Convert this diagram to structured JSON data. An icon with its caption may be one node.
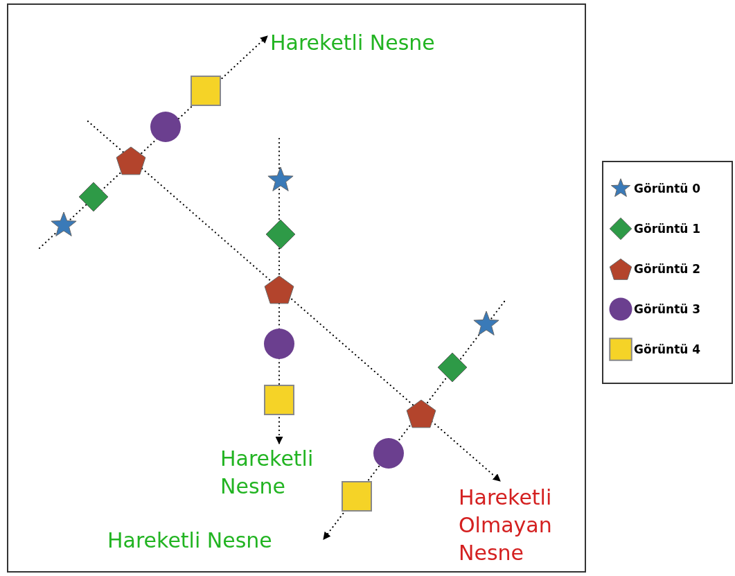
{
  "diagram": {
    "nodes": [
      {
        "text": [
          "Hareketli Nesne"
        ]
      },
      {
        "text": [
          "Hareketli Nesne"
        ]
      },
      {
        "text": [
          "Hareketli Olmayan Nesne"
        ]
      },
      {
        "text": [
          "Hareketli Nesne"
        ]
      }
    ],
    "edges": [
      {
        "from": null,
        "to": 0,
        "arrow": "to",
        "style": "dashed"
      },
      {
        "from": null,
        "to": 1,
        "arrow": "to",
        "style": "dashed"
      },
      {
        "from": null,
        "to": 2,
        "arrow": "to",
        "style": "dashed"
      },
      {
        "from": null,
        "to": 3,
        "arrow": "to",
        "style": "dashed"
      }
    ],
    "legend": [
      {
        "text": "Görüntü 0"
      },
      {
        "text": "Görüntü 1"
      },
      {
        "text": "Görüntü 2"
      },
      {
        "text": "Görüntü 3"
      },
      {
        "text": "Görüntü 4"
      }
    ]
  }
}
